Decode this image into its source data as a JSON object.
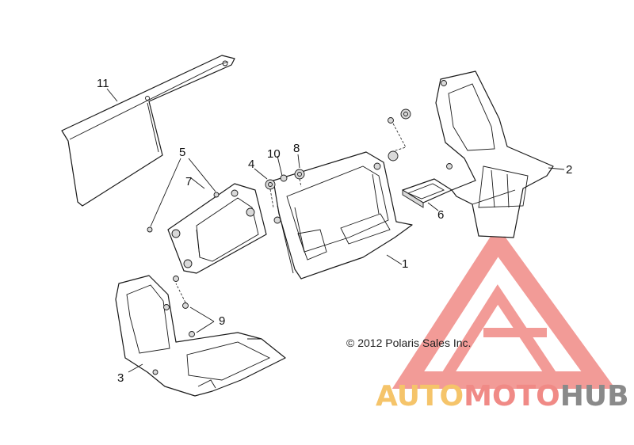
{
  "callouts": {
    "c1": "1",
    "c2": "2",
    "c3": "3",
    "c4": "4",
    "c5": "5",
    "c6": "6",
    "c7": "7",
    "c8": "8",
    "c9": "9",
    "c10": "10",
    "c11": "11"
  },
  "copyright": "© 2012 Polaris Sales Inc.",
  "watermark": {
    "part1": "AUTO",
    "part2": "MOTO",
    "part3": "HUB",
    "colors": {
      "auto": "#f5c46a",
      "moto": "#f08a86",
      "hub": "#8a8a8a",
      "logo": "#f08a86"
    }
  }
}
